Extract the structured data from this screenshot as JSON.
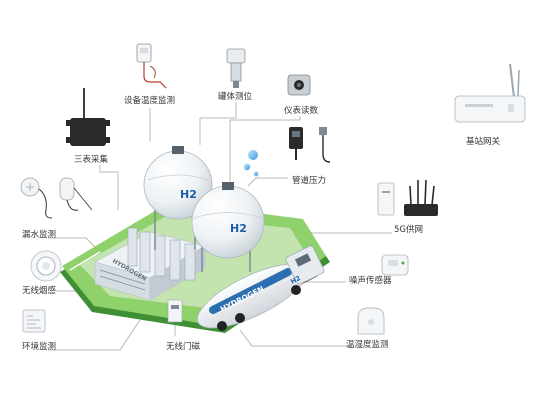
{
  "labels": {
    "equipment_temp": "设备温度监测",
    "tank_level": "罐体测位",
    "meter_reading": "仪表读数",
    "base_station": "基站网关",
    "three_meter": "三表采集",
    "pipe_pressure": "管道压力",
    "water_leak": "漏水监测",
    "network_5g": "5G供网",
    "noise_sensor": "噪声传感器",
    "smoke": "无线烟感",
    "environment": "环境监测",
    "door_magnet": "无线门磁",
    "humidity": "温湿度监测"
  },
  "markings": {
    "tank1": "H2",
    "tank2": "H2",
    "truck": "HYDROGEN",
    "truck_suffix": "H2",
    "building": "HYDROGEN"
  },
  "colors": {
    "leader_line": "#b8b8b8",
    "grass": "#8fd16a",
    "grass_dark": "#3f8f35",
    "tank_shade": "#dfe5ea",
    "device_dark": "#2a2a2a",
    "accent_blue": "#4aa3df",
    "label_text": "#333333"
  }
}
